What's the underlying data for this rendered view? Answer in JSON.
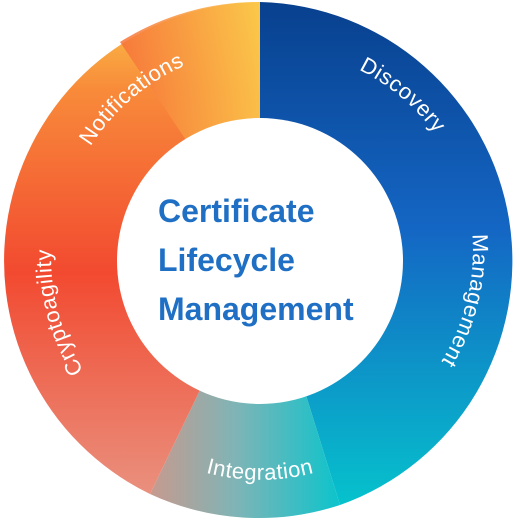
{
  "center": {
    "line1": "Certificate",
    "line2": "Lifecycle",
    "line3": "Management",
    "color": "#1f6fc4"
  },
  "segments": [
    {
      "label": "Discovery",
      "color_start": "#0a3f8c",
      "color_end": "#1565c0"
    },
    {
      "label": "Management",
      "color_start": "#1565c0",
      "color_end": "#00b8c8"
    },
    {
      "label": "Integration",
      "color_start": "#12c4cc",
      "color_end": "#8aa6a8"
    },
    {
      "label": "Cryptoagility",
      "color_start": "#e57a68",
      "color_end": "#f24a32"
    },
    {
      "label": "Notifications",
      "color_start": "#f24a32",
      "color_end": "#fbc34a"
    }
  ]
}
